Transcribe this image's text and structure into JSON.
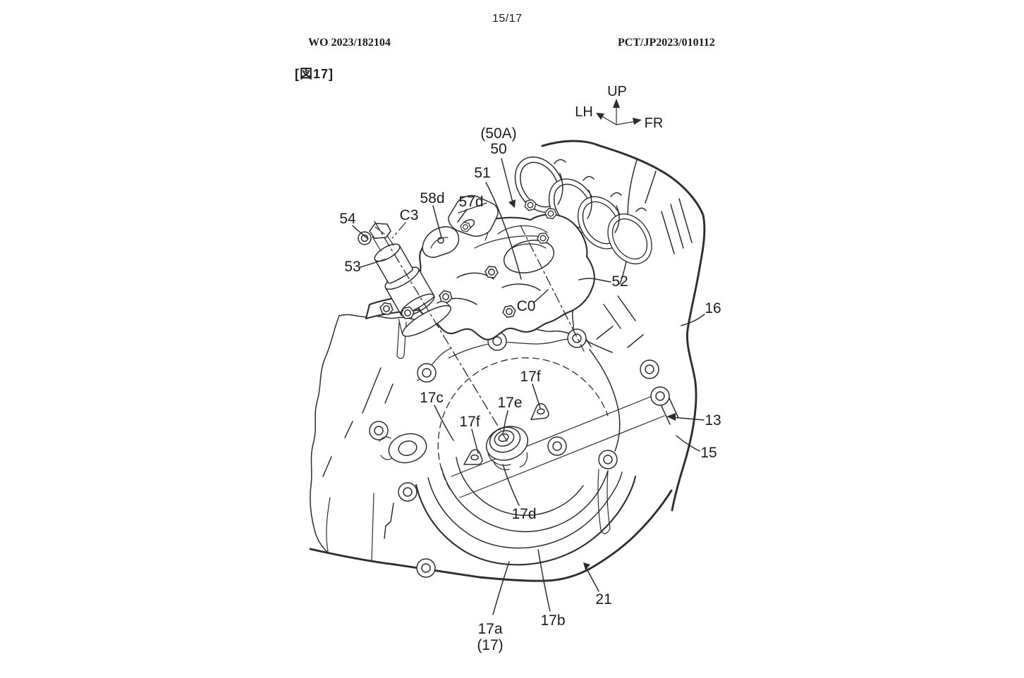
{
  "page": {
    "page_number": "15/17",
    "publication_number": "WO 2023/182104",
    "application_number": "PCT/JP2023/010112",
    "figure_tag": "[図17]"
  },
  "orientation_arrows": {
    "up": "UP",
    "left": "LH",
    "front": "FR"
  },
  "callouts": {
    "n50a": "(50A)",
    "n50": "50",
    "n51": "51",
    "n52": "52",
    "n53": "53",
    "n54": "54",
    "n57d": "57d",
    "n58d": "58d",
    "nC3": "C3",
    "nC0": "C0",
    "n16": "16",
    "n13": "13",
    "n15": "15",
    "n21": "21",
    "n17a": "17a",
    "n17paren": "(17)",
    "n17b": "17b",
    "n17c": "17c",
    "n17d": "17d",
    "n17e": "17e",
    "n17f_left": "17f",
    "n17f_right": "17f"
  },
  "colors": {
    "ink": "#2d2d2d",
    "paper": "#ffffff"
  }
}
